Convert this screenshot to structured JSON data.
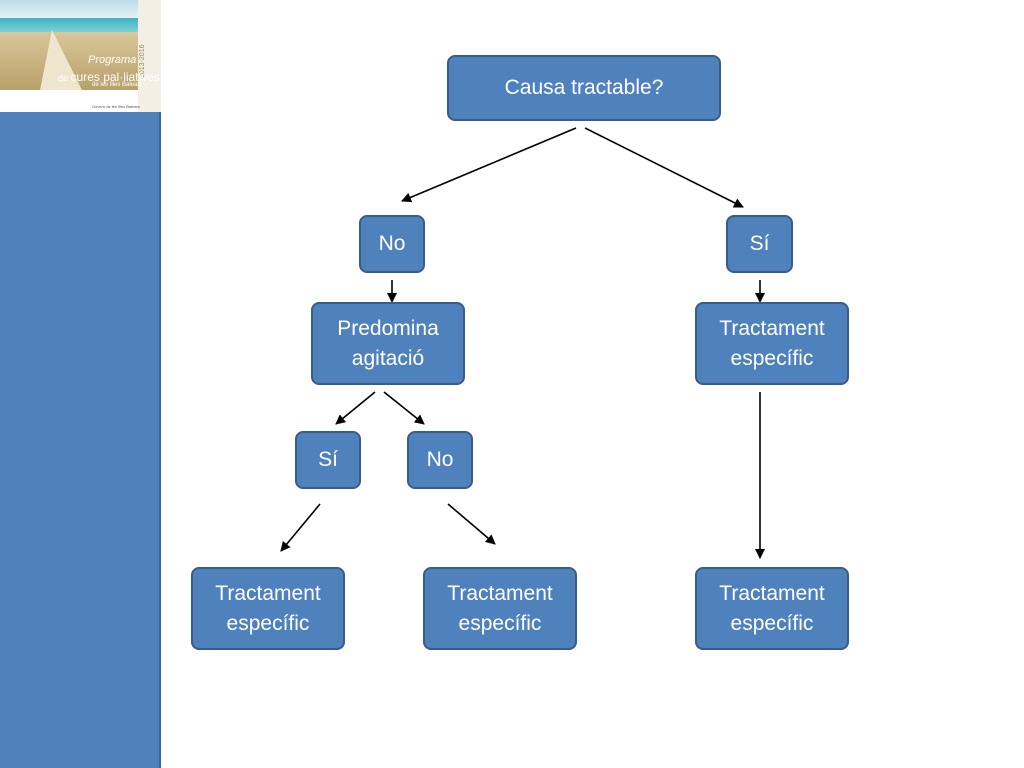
{
  "logo": {
    "title_line1": "Programa",
    "title_line2_prefix": "de",
    "title_line2": "cures pal·liatives",
    "title_line3": "de les Illes Balears",
    "years": "2013-2016",
    "institution": "Govern de les Illes Balears"
  },
  "flowchart": {
    "root": "Causa tractable?",
    "no_branch": "No",
    "yes_branch": "Sí",
    "predomina": [
      "Predomina",
      "agitació"
    ],
    "sub_yes": "Sí",
    "sub_no": "No",
    "treatment_right": [
      "Tractament",
      "específic"
    ],
    "treatment_right_final": [
      "Tractament",
      "específic"
    ],
    "treatment_sub_yes": [
      "Tractament",
      "específic"
    ],
    "treatment_sub_no": [
      "Tractament",
      "específic"
    ]
  }
}
